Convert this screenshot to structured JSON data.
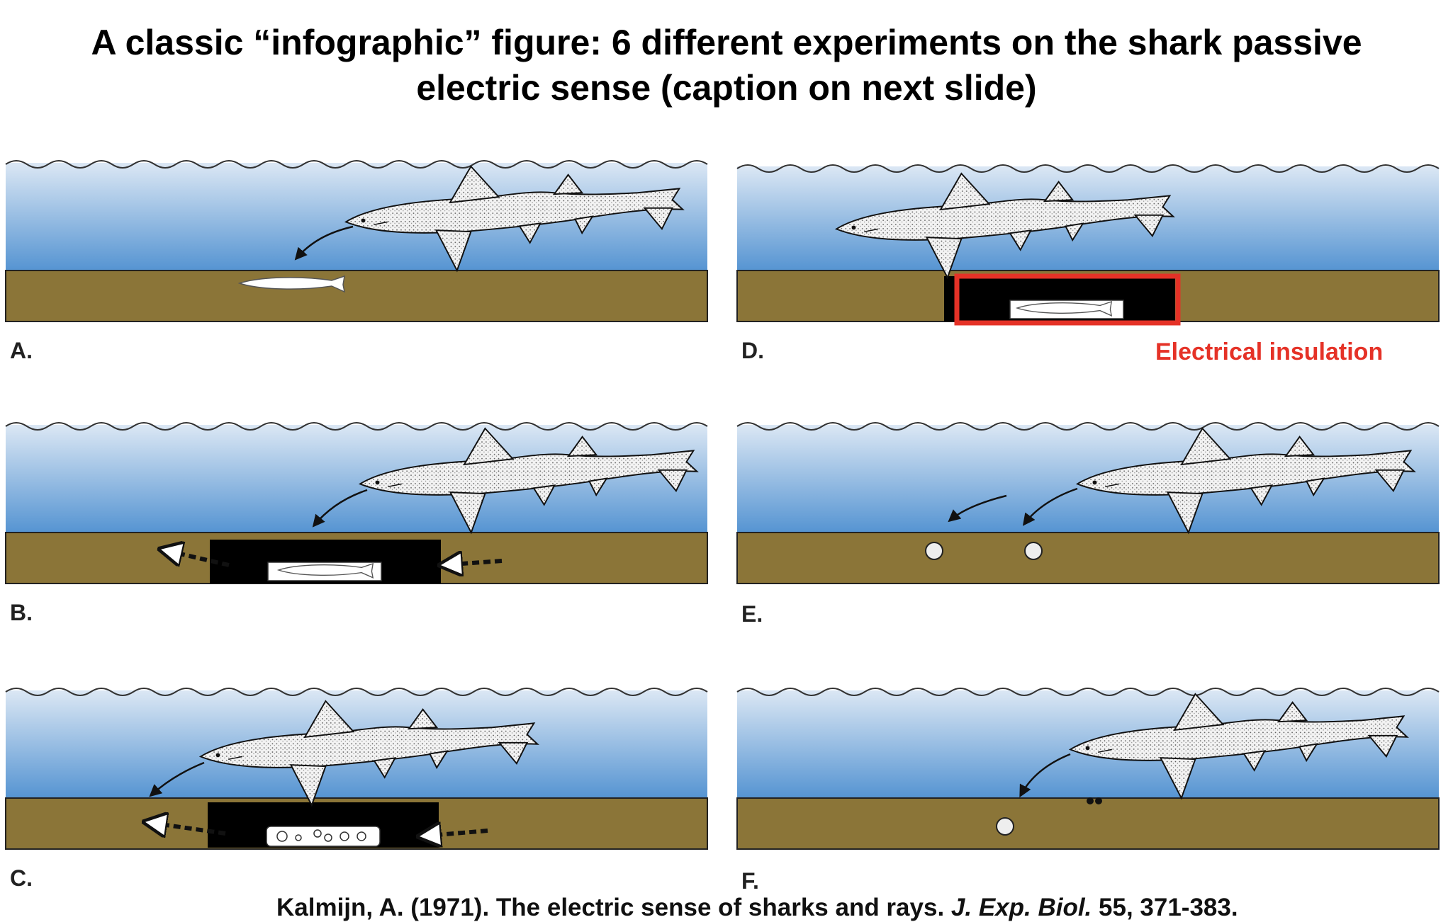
{
  "slide": {
    "title_line1": "A classic “infographic” figure: 6 different experiments on the shark passive",
    "title_line2": "electric sense (caption on next slide)"
  },
  "panels": [
    {
      "id": "A",
      "label": "A."
    },
    {
      "id": "B",
      "label": "B."
    },
    {
      "id": "C",
      "label": "C."
    },
    {
      "id": "D",
      "label": "D."
    },
    {
      "id": "E",
      "label": "E."
    },
    {
      "id": "F",
      "label": "F."
    }
  ],
  "annotation": {
    "insulation_label": "Electrical insulation",
    "highlight_color": "#e53227"
  },
  "citation": {
    "prefix": "Kalmijn, A. (1971). The electric sense of sharks and rays.",
    "journal": "J. Exp. Biol.",
    "suffix": "55, 371-383."
  },
  "colors": {
    "water_top": "#d8e6f4",
    "water_bottom": "#4d8fd0",
    "sand": "#8b7538",
    "chamber": "#000000"
  }
}
